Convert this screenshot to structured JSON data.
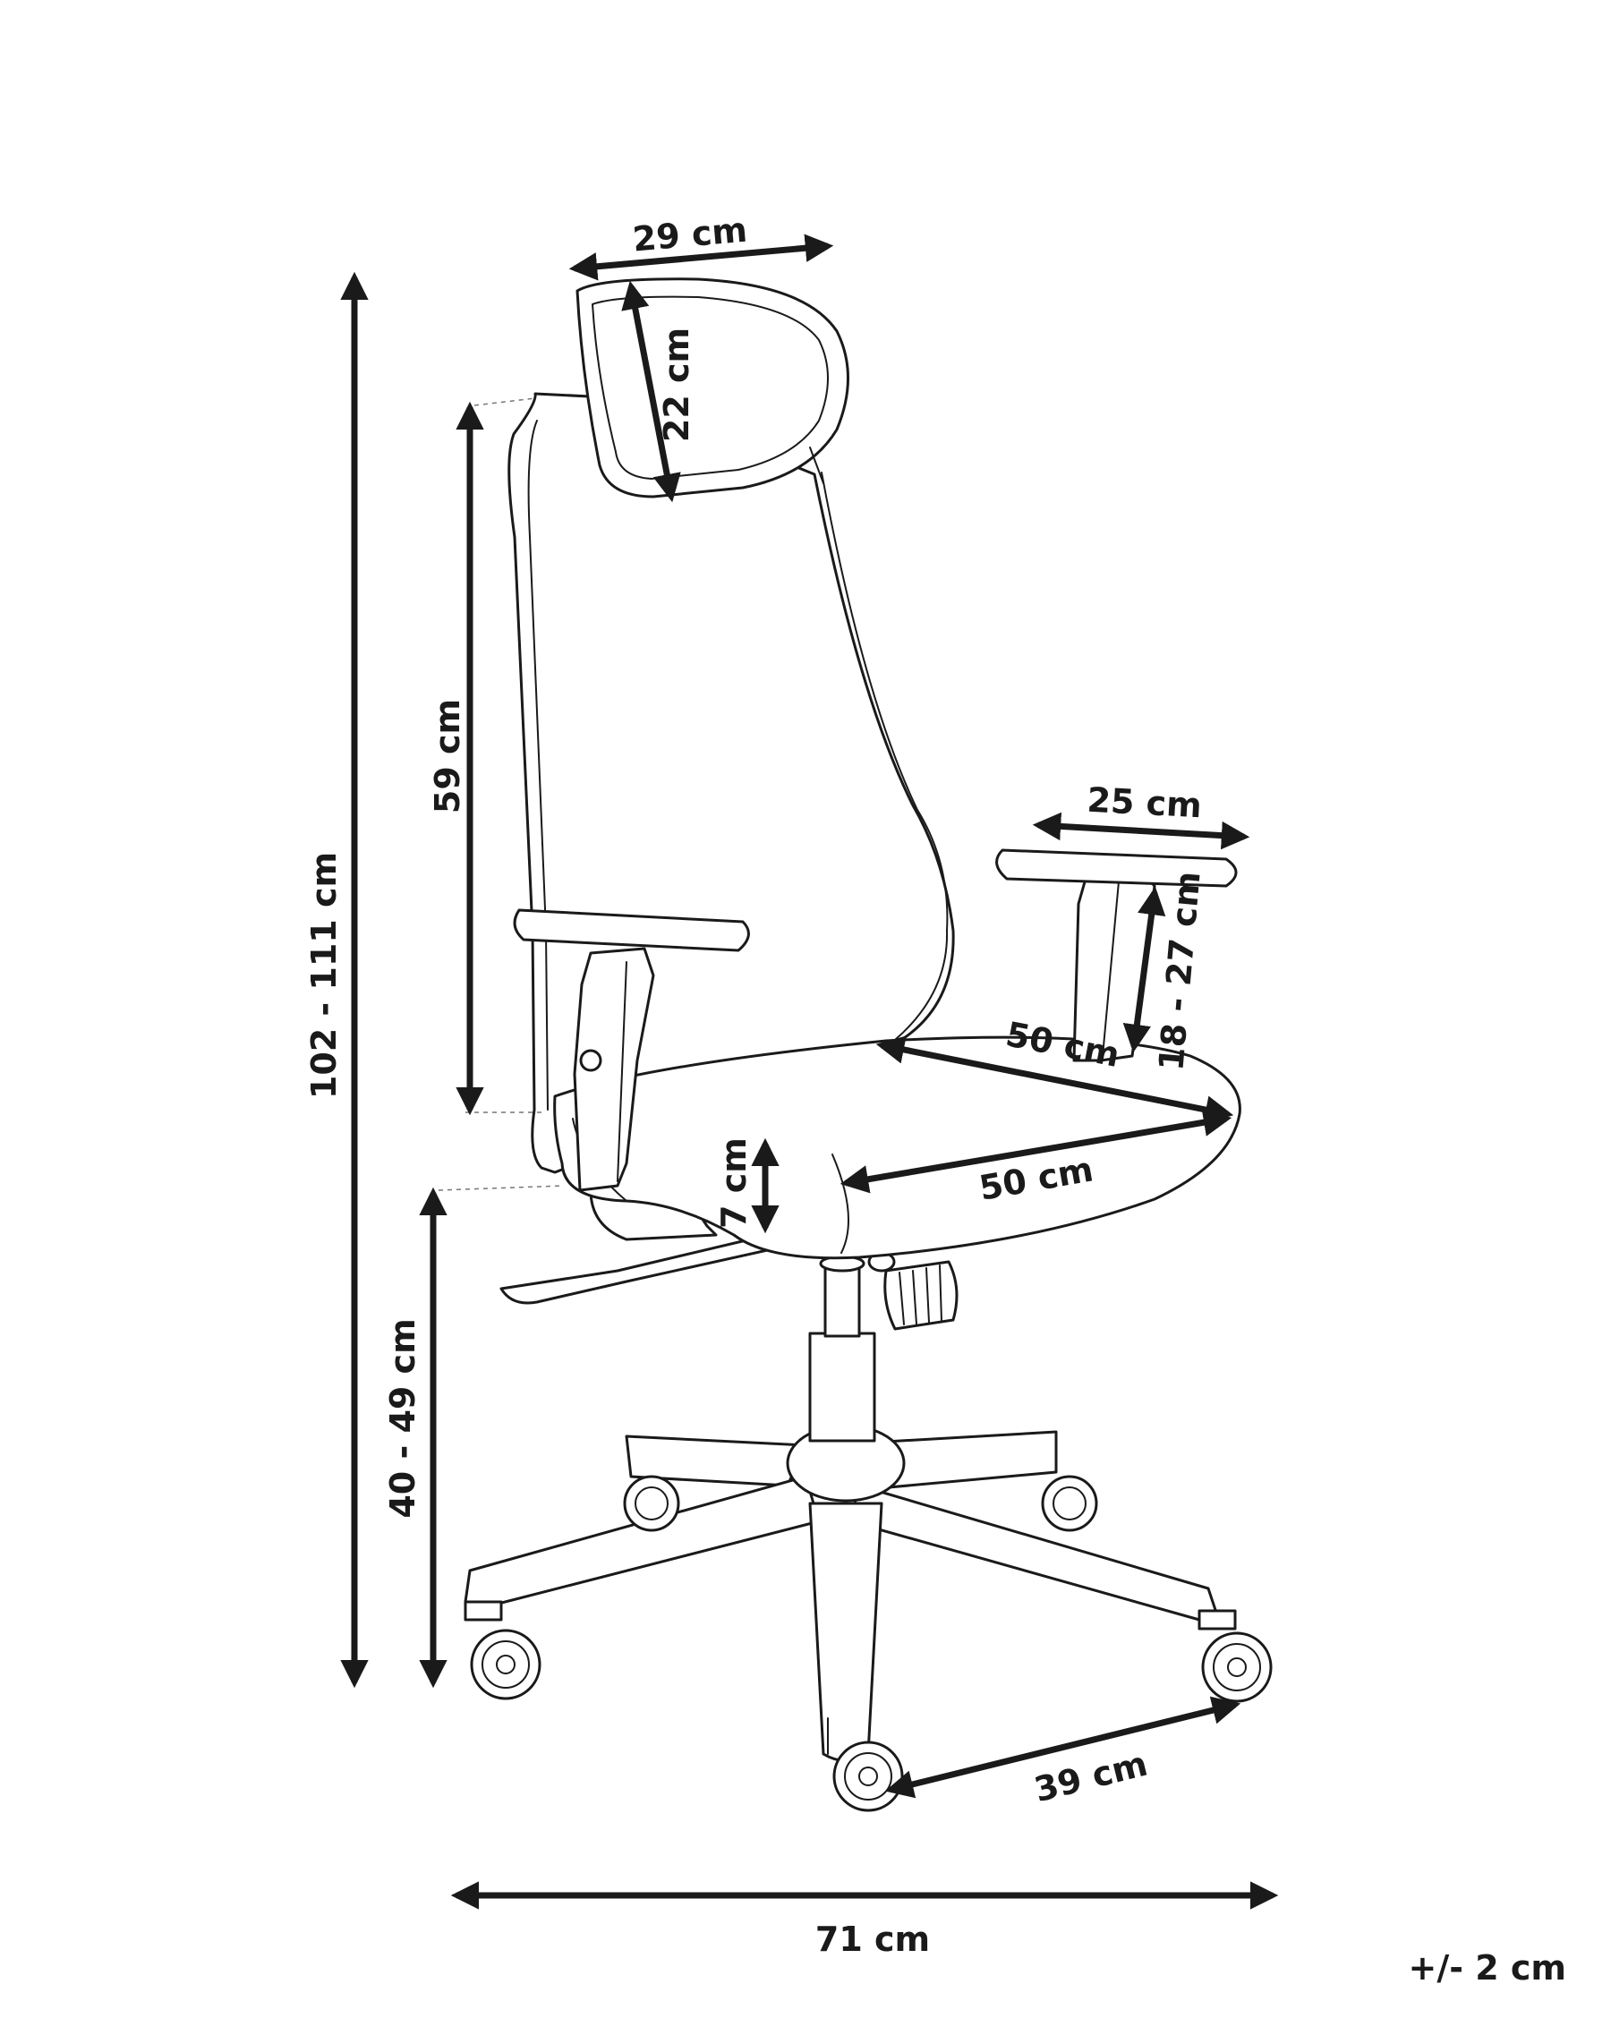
{
  "dimensions": {
    "headrest_width": "29 cm",
    "headrest_height": "22 cm",
    "backrest_height": "59 cm",
    "total_height": "102 - 111 cm",
    "armrest_width": "25 cm",
    "armrest_height": "18 - 27 cm",
    "seat_depth": "50 cm",
    "seat_width": "50 cm",
    "seat_thickness": "7 cm",
    "seat_height": "40 - 49 cm",
    "leg_length": "39 cm",
    "base_width": "71 cm"
  },
  "tolerance": "+/- 2 cm",
  "colors": {
    "line": "#1a1a1a",
    "background": "#ffffff",
    "dashed_guide": "#777777"
  }
}
